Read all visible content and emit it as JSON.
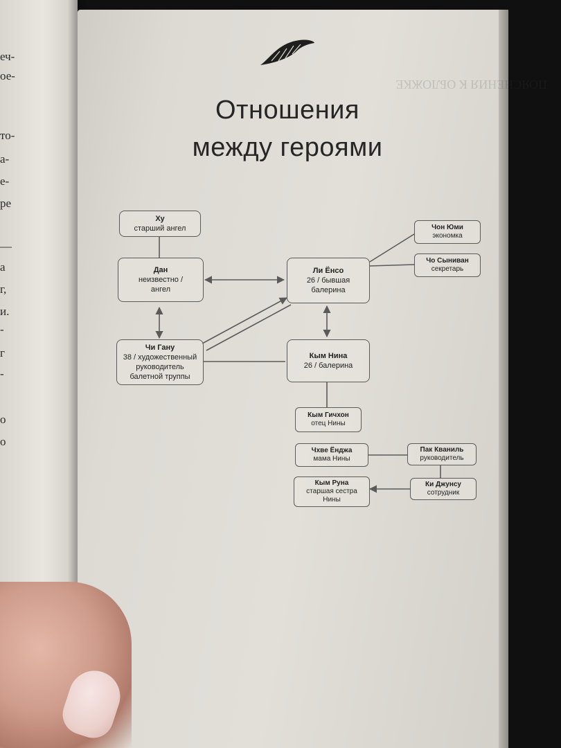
{
  "left_page_fragments": [
    "еч-",
    "ое-",
    "то-",
    "а-",
    "е-",
    "ре",
    "—",
    "а",
    "г,",
    "и.",
    "-",
    "г",
    "-",
    "о",
    "о"
  ],
  "ghost_text": "ПОЯСНЕНИЯ К ОБЛОЖКЕ",
  "title": {
    "line1": "Отношения",
    "line2": "между героями"
  },
  "nodes": {
    "hu": {
      "name": "Ху",
      "lines": [
        "старший ангел"
      ]
    },
    "dan": {
      "name": "Дан",
      "lines": [
        "неизвестно /",
        "ангел"
      ]
    },
    "li": {
      "name": "Ли Ёнсо",
      "lines": [
        "26 / бывшая",
        "балерина"
      ]
    },
    "chi": {
      "name": "Чи Гану",
      "lines": [
        "38 / художественный",
        "руководитель",
        "балетной труппы"
      ]
    },
    "kymn": {
      "name": "Кым Нина",
      "lines": [
        "26 / балерина"
      ]
    },
    "chon": {
      "name": "Чон Юми",
      "lines": [
        "экономка"
      ]
    },
    "cho": {
      "name": "Чо Сыниван",
      "lines": [
        "секретарь"
      ]
    },
    "kymg": {
      "name": "Кым Гичхон",
      "lines": [
        "отец Нины"
      ]
    },
    "chhve": {
      "name": "Чхве Ёнджа",
      "lines": [
        "мама Нины"
      ]
    },
    "pak": {
      "name": "Пак Кваниль",
      "lines": [
        "руководитель"
      ]
    },
    "kymr": {
      "name": "Кым Руна",
      "lines": [
        "старшая сестра",
        "Нины"
      ]
    },
    "ki": {
      "name": "Ки Джунсу",
      "lines": [
        "сотрудник"
      ]
    }
  },
  "colors": {
    "page": "#e2dfd9",
    "ink": "#262626",
    "box_border": "#5a5a5a"
  },
  "icons": [
    "feather-icon"
  ]
}
